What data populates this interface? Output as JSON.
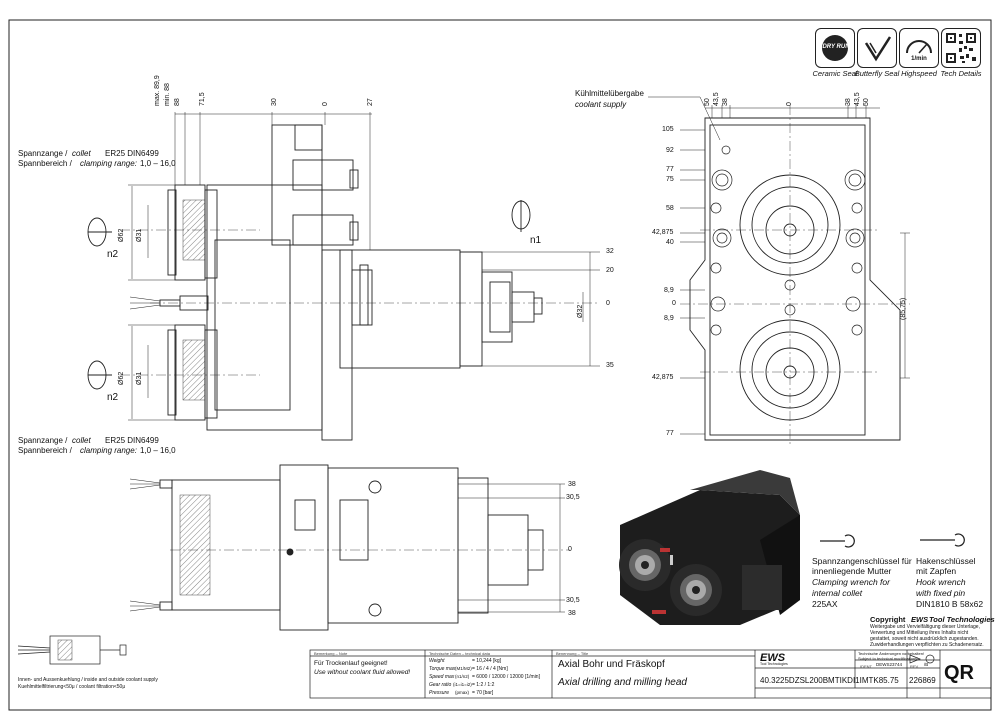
{
  "icons": [
    {
      "name": "ceramic-seal-icon",
      "glyph": "DRY RUN",
      "label": "Ceramic Seal"
    },
    {
      "name": "butterfly-seal-icon",
      "glyph": "",
      "label": "Butterfly Seal"
    },
    {
      "name": "highspeed-icon",
      "glyph": "1/min",
      "label": "Highspeed"
    },
    {
      "name": "qr-code-icon",
      "glyph": "",
      "label": "Tech Details"
    }
  ],
  "collet_top": {
    "line1_de": "Spannzange /",
    "line1_en": "collet",
    "line1_val": "ER25    DIN6499",
    "line2_de": "Spannbereich /",
    "line2_en": "clamping range:",
    "line2_val": "1,0 – 16,0"
  },
  "collet_bottom": {
    "line1_de": "Spannzange /",
    "line1_en": "collet",
    "line1_val": "ER25    DIN6499",
    "line2_de": "Spannbereich /",
    "line2_en": "clamping range:",
    "line2_val": "1,0 – 16,0"
  },
  "coolant": {
    "de": "Kühlmittelübergabe",
    "en": "coolant supply"
  },
  "rotation": {
    "n1": "n1",
    "n2_top": "n2",
    "n2_bottom": "n2"
  },
  "dims_front_top": [
    "max. 89,9",
    "min. 88",
    "88",
    "71,5",
    "30",
    "0",
    "27"
  ],
  "dims_front_left": [
    "Ø62",
    "Ø31",
    "Ø62",
    "Ø31"
  ],
  "dims_front_right": [
    "32",
    "20",
    "0",
    "35",
    "Ø32"
  ],
  "dims_side_top": [
    "50",
    "43,5",
    "38",
    "0",
    "38",
    "43,5",
    "50"
  ],
  "dims_side_left": [
    "105",
    "92",
    "77",
    "75",
    "58",
    "42,875",
    "40",
    "8,9",
    "0",
    "8,9",
    "42,875",
    "77"
  ],
  "dims_side_right": "(85,75)",
  "dims_plan_right": [
    "38",
    "30,5",
    "0",
    "30,5",
    "38"
  ],
  "wrench_left": {
    "de1": "Spannzangenschlüssel für",
    "de2": "innenliegende Mutter",
    "en1": "Clamping wrench for",
    "en2": "internal collet",
    "code": "225AX"
  },
  "wrench_right": {
    "de1": "Hakenschlüssel",
    "de2": "mit Zapfen",
    "en1": "Hook wrench",
    "en2": "with fixed pin",
    "code": "DIN1810 B 58x62"
  },
  "copyright": {
    "title_pre": "Copyright",
    "title_brand": "EWS",
    "title_post": "Tool Technologies",
    "lines": [
      "Weitergabe und Vervielfältigung dieser Unterlage,",
      "Verwertung und Mitteilung ihres Inhalts nicht",
      "gestattet, soweit nicht ausdrücklich zugestanden.",
      "Zuwiderhandlungen verpflichten zu Schadenersatz."
    ]
  },
  "coolant_note": {
    "line1": "Innen- und Aussenkuehlung / inside and outside coolant supply",
    "line2": "Kuehlmittelfiltrierung<50μ / coolant filtration<50μ"
  },
  "title_block": {
    "remark_label": "Bemerkung – Note",
    "remark_de": "Für Trockenlauf geeignet!",
    "remark_en": "Use without coolant fluid allowed!",
    "tech_label": "Technische Daten – technical data",
    "specs": [
      {
        "k": "Weight",
        "u": "",
        "v": "= 10,244 [kg]"
      },
      {
        "k": "Torque max",
        "u": "(M1/M2)",
        "v": "= 16 / 4 / 4 [Nm]"
      },
      {
        "k": "Speed max",
        "u": "(n1/n2)",
        "v": "= 6000 / 12000 / 12000 [1/min]"
      },
      {
        "k": "Gear ratio",
        "u": "(i1=i1=i2)",
        "v": "= 1:2 / 1:2"
      },
      {
        "k": "Pressure",
        "u": "(pmax)",
        "v": "= 70 [bar]"
      }
    ],
    "title_label": "Benennung – Title",
    "title_de": "Axial Bohr und Fräskopf",
    "title_en": "Axial drilling and milling head",
    "logo": "EWS",
    "logo_sub": "Tool Technologies",
    "changes1": "Technische Änderungen vorbehalten!",
    "changes2": "Subject to technical modifications!",
    "ident_label": "IDENT",
    "ident_val": "DEWS23744",
    "rev_label": "REV.",
    "rev_val": "/B",
    "part_no": "40.3225DZSL200BMTIKDI1IMTK85.75",
    "drawing_no": "226869",
    "qr": "QR"
  }
}
